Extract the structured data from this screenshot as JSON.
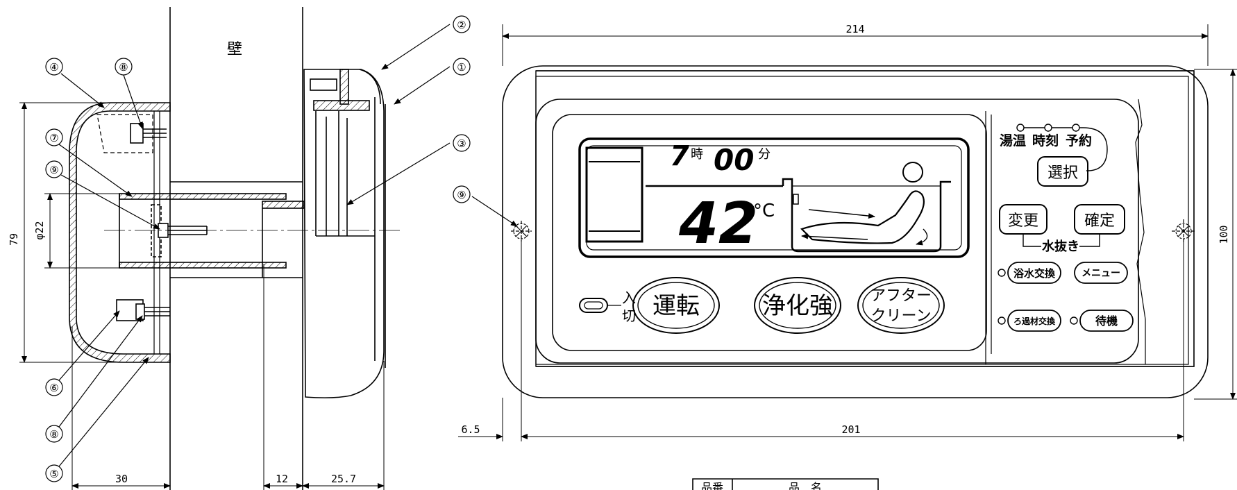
{
  "wall_label": "壁",
  "dimensions": {
    "total_width": "214",
    "inner_width": "201",
    "offset_left": "6.5",
    "height_right": "100",
    "height_left": "79",
    "pipe_diameter": "φ22",
    "depth_left": "30",
    "wall_thickness": "12",
    "depth_remote": "25.7"
  },
  "callouts": [
    "①",
    "②",
    "③",
    "④",
    "⑤",
    "⑥",
    "⑦",
    "⑧",
    "⑨"
  ],
  "panel": {
    "clock_hour": "7",
    "clock_hour_unit": "時",
    "clock_minute": "00",
    "clock_minute_unit": "分",
    "temperature": "42",
    "temperature_unit": "°C",
    "mode_labels": [
      "湯温",
      "時刻",
      "予約"
    ],
    "select_button": "選択",
    "change_button": "変更",
    "confirm_button": "確定",
    "drain_label": "水抜き",
    "bath_water_button": "浴水交換",
    "menu_button": "メニュー",
    "filter_button": "ろ過材交換",
    "standby_button": "待機",
    "power_on": "入",
    "power_off": "切",
    "run_button": "運転",
    "purify_button": "浄化強",
    "after_clean_line1": "アフター",
    "after_clean_line2": "クリーン"
  },
  "table": {
    "col_number": "品番",
    "col_name": "品　名"
  }
}
